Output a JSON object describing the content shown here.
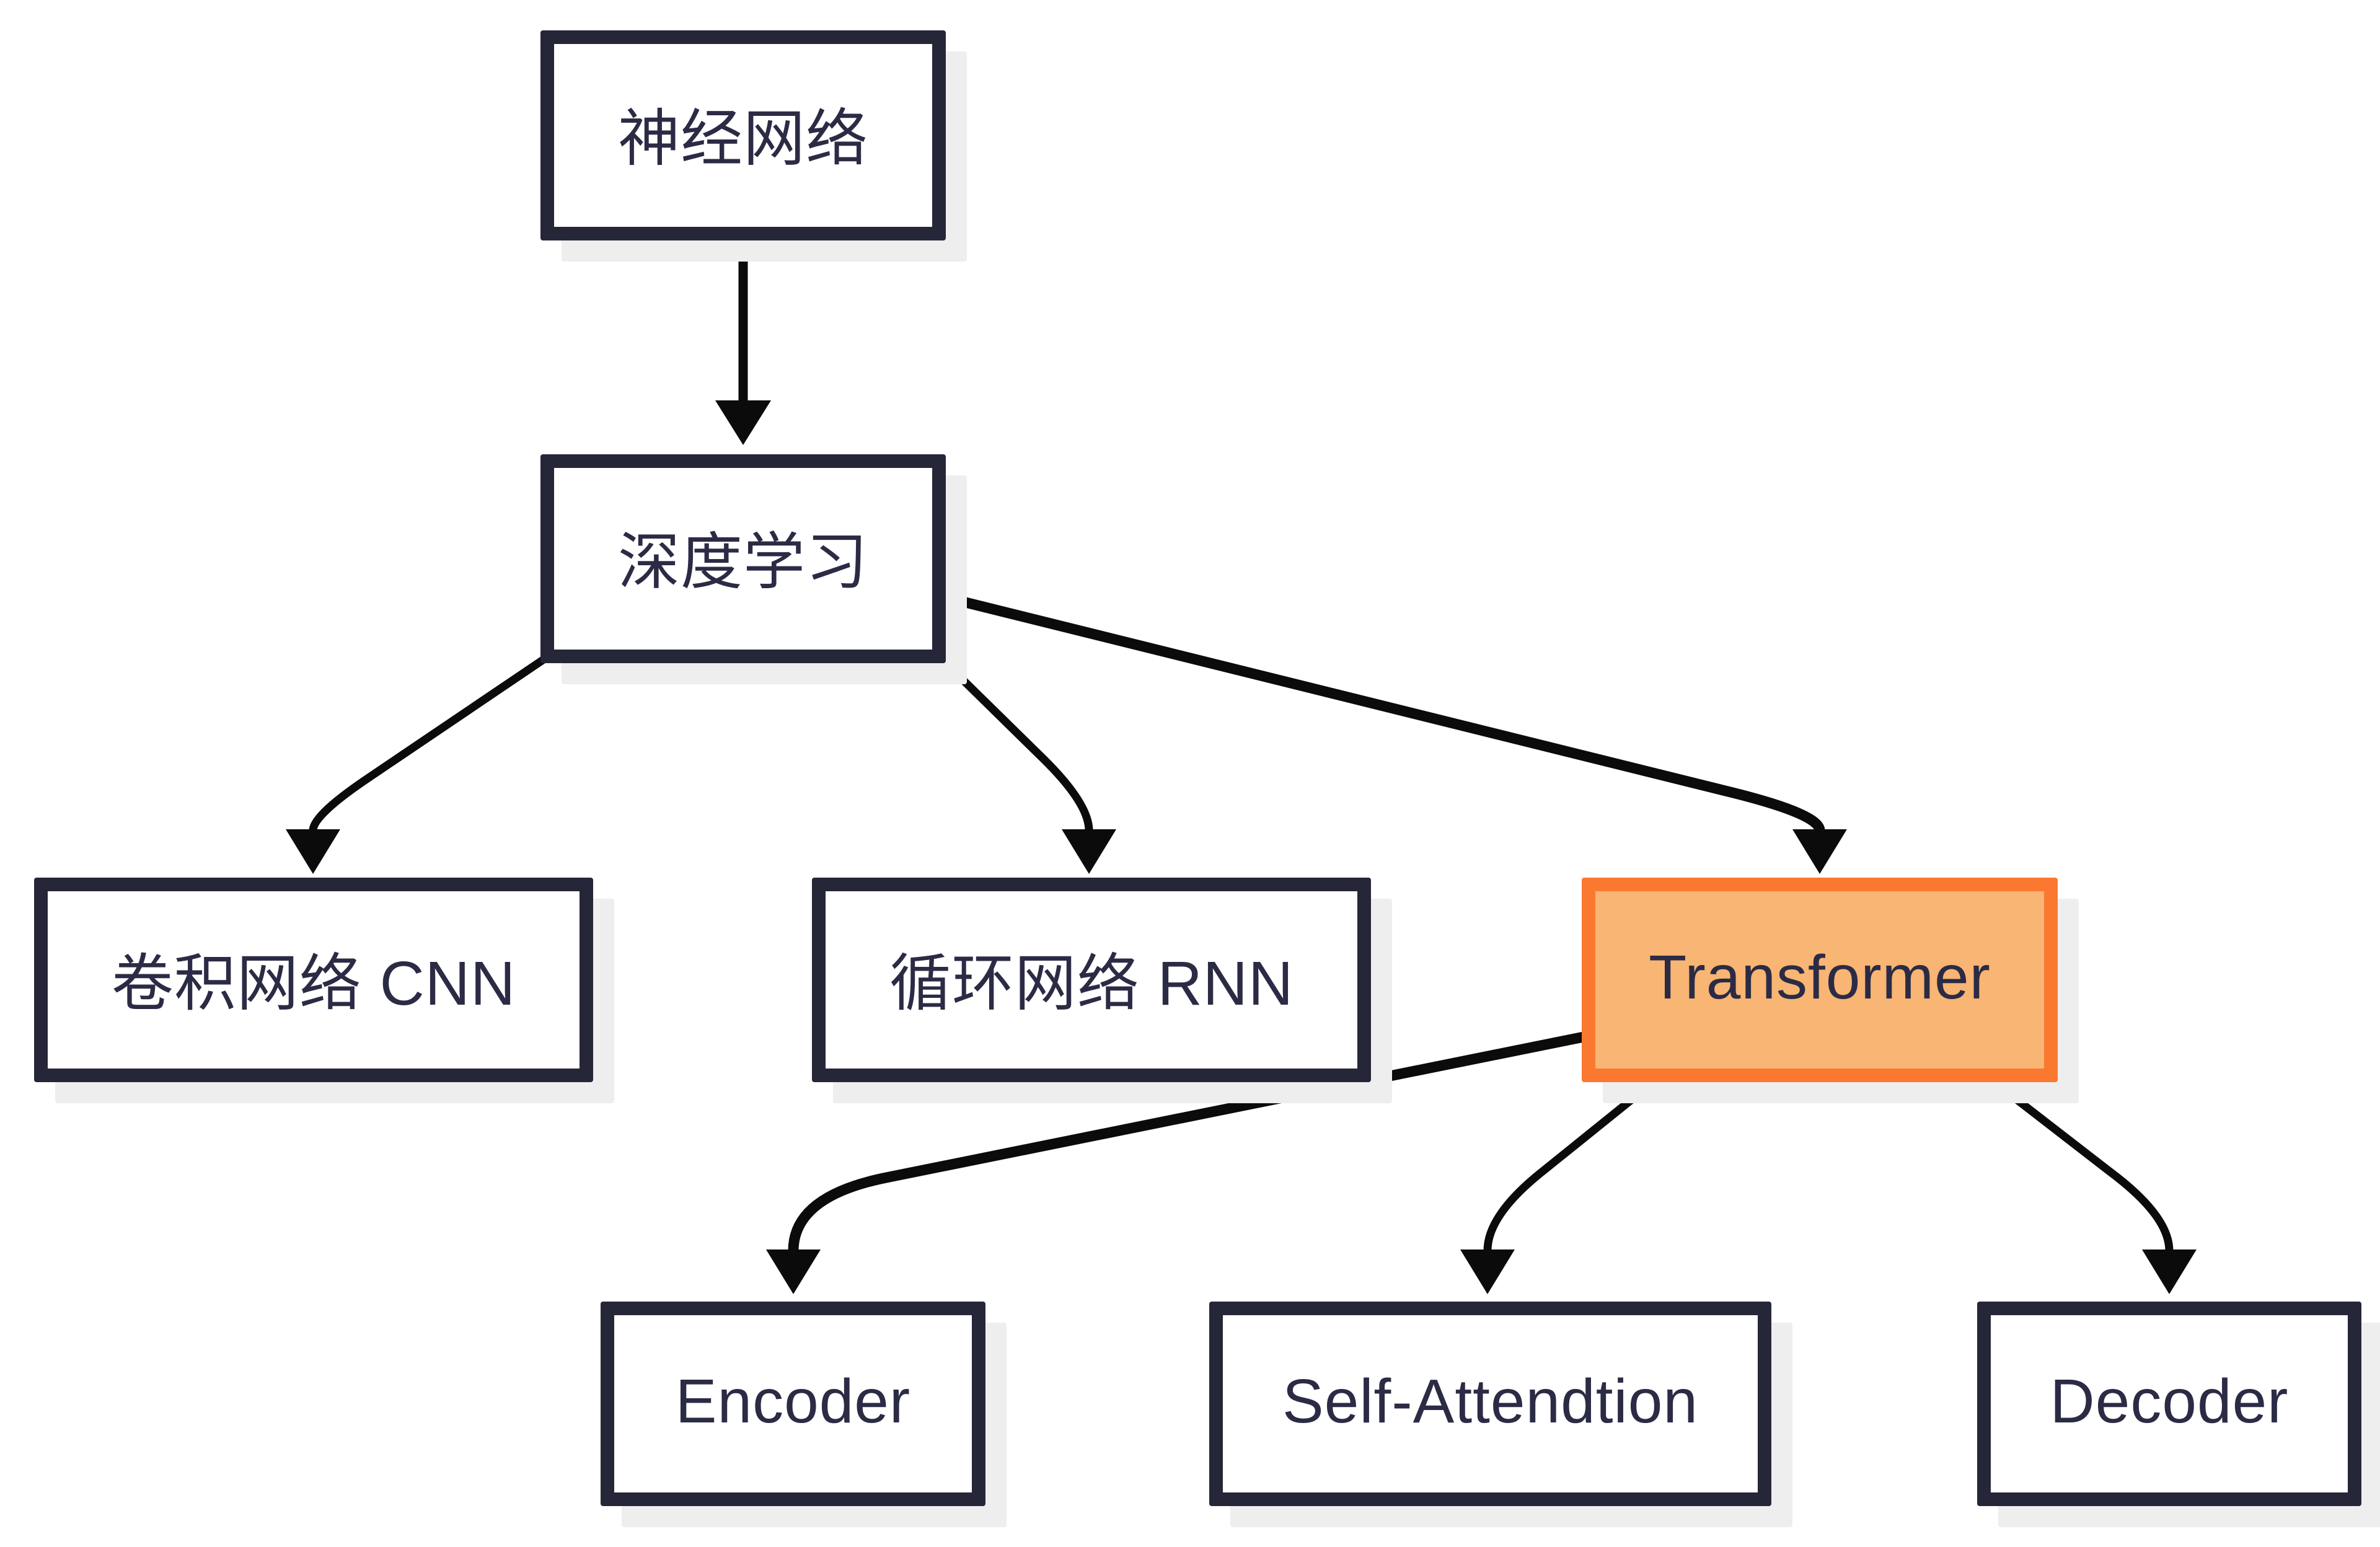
{
  "diagram": {
    "type": "flowchart",
    "background": "#ffffff",
    "colors": {
      "node_border": "#262639",
      "node_fill": "#ffffff",
      "highlight_border": "#fb7830",
      "highlight_fill": "#f8b573",
      "shadow": "#eeeeee",
      "connector": "#0b0b0b",
      "text": "#2b2b45"
    },
    "nodes": [
      {
        "id": "neural-network",
        "label": "神经网络",
        "highlighted": false
      },
      {
        "id": "deep-learning",
        "label": "深度学习",
        "highlighted": false
      },
      {
        "id": "cnn",
        "label": "卷积网络 CNN",
        "highlighted": false
      },
      {
        "id": "rnn",
        "label": "循环网络 RNN",
        "highlighted": false
      },
      {
        "id": "transformer",
        "label": "Transformer",
        "highlighted": true
      },
      {
        "id": "encoder",
        "label": "Encoder",
        "highlighted": false
      },
      {
        "id": "self-attention",
        "label": "Self-Attendtion",
        "highlighted": false
      },
      {
        "id": "decoder",
        "label": "Decoder",
        "highlighted": false
      }
    ],
    "edges": [
      {
        "from": "神经网络",
        "to": "深度学习"
      },
      {
        "from": "深度学习",
        "to": "卷积网络 CNN"
      },
      {
        "from": "深度学习",
        "to": "循环网络 RNN"
      },
      {
        "from": "深度学习",
        "to": "Transformer"
      },
      {
        "from": "Transformer",
        "to": "Encoder"
      },
      {
        "from": "Transformer",
        "to": "Self-Attendtion"
      },
      {
        "from": "Transformer",
        "to": "Decoder"
      }
    ]
  }
}
